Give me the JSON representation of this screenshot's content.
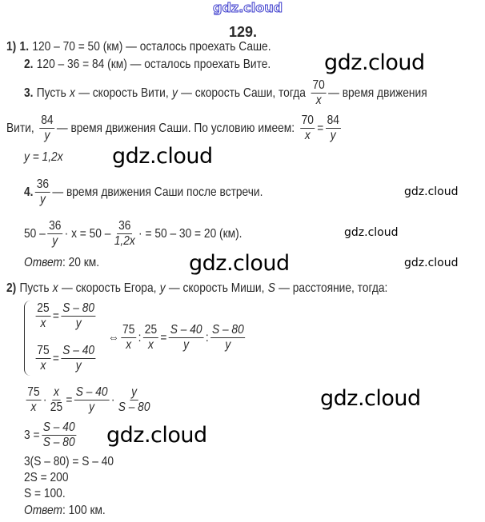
{
  "watermarks": {
    "top": "gdz.cloud",
    "text": "gdz.cloud"
  },
  "title": "129.",
  "part1": {
    "label": "1)",
    "step1": {
      "n": "1.",
      "text": "120 – 70 = 50 (км) — осталось проехать Саше."
    },
    "step2": {
      "n": "2.",
      "text": "120 – 36 = 84 (км) — осталось проехать Вите."
    },
    "step3": {
      "n": "3.",
      "t1": "Пусть",
      "x": "x",
      "t2": "— скорость Вити,",
      "y": "y",
      "t3": "— скорость Саши, тогда",
      "f1n": "70",
      "f1d": "x",
      "t4": "— время движения",
      "t5": "Вити,",
      "f2n": "84",
      "f2d": "y",
      "t6": "— время движения Саши. По условию имеем:",
      "f3n": "70",
      "f3d": "x",
      "eq": "=",
      "f4n": "84",
      "f4d": "y",
      "result": "y = 1,2x"
    },
    "step4": {
      "n": "4.",
      "fn": "36",
      "fd": "y",
      "text": "— время движения Саши после встречи.",
      "e1": "50 –",
      "e1n": "36",
      "e1d": "y",
      "e2": "· x = 50 –",
      "e2n": "36",
      "e2d": "1,2x",
      "e3": "· = 50 – 30 = 20 (км)."
    },
    "answer_label": "Ответ",
    "answer": ": 20 км."
  },
  "part2": {
    "label": "2)",
    "t1": "Пусть",
    "x": "x",
    "t2": "— скорость Егора,",
    "y": "y",
    "t3": "— скорость Миши,",
    "s": "S",
    "t4": "— расстояние, тогда:",
    "sys1": {
      "n1": "25",
      "d1": "x",
      "eq": "=",
      "n2": "S – 80",
      "d2": "y"
    },
    "sys2": {
      "n1": "75",
      "d1": "x",
      "eq": "=",
      "n2": "S – 40",
      "d2": "y"
    },
    "equiv": {
      "sym": "⇔",
      "n1": "75",
      "d1": "x",
      "div": ":",
      "n2": "25",
      "d2": "x",
      "eq": "=",
      "n3": "S – 40",
      "d3": "y",
      "div2": ":",
      "n4": "S – 80",
      "d4": "y"
    },
    "mult": {
      "n1": "75",
      "d1": "x",
      "dot": "·",
      "n2": "x",
      "d2": "25",
      "eq": "=",
      "n3": "S – 40",
      "d3": "y",
      "dot2": "·",
      "n4": "y",
      "d4": "S – 80"
    },
    "ratio": {
      "lhs": "3 =",
      "n": "S – 40",
      "d": "S – 80"
    },
    "l1": "3(S – 80) = S – 40",
    "l2": "2S = 200",
    "l3": "S = 100.",
    "answer_label": "Ответ",
    "answer": ": 100 км."
  }
}
